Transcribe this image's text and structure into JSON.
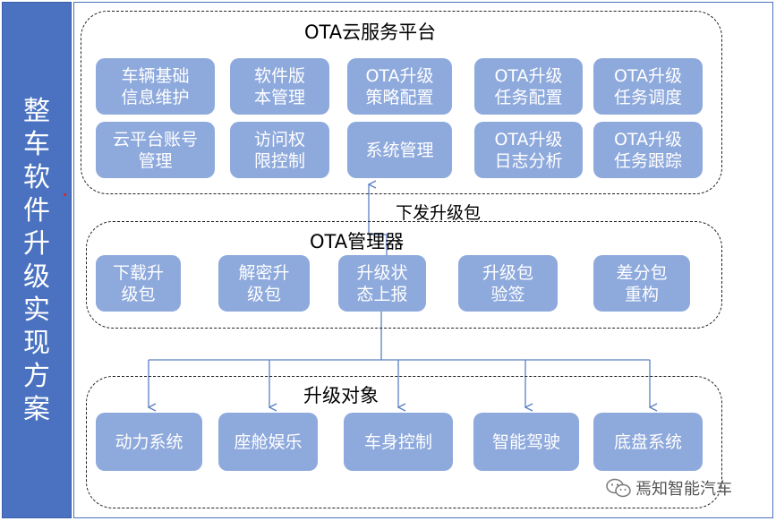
{
  "sidebar": {
    "chars": [
      "整",
      "车",
      "软",
      "件",
      "升",
      "级",
      "实",
      "现",
      "方",
      "案"
    ]
  },
  "cloud": {
    "title": "OTA云服务平台",
    "boxes": [
      [
        "车辆基础",
        "信息维护"
      ],
      [
        "软件版",
        "本管理"
      ],
      [
        "OTA升级",
        "策略配置"
      ],
      [
        "OTA升级",
        "任务配置"
      ],
      [
        "OTA升级",
        "任务调度"
      ],
      [
        "云平台账号",
        "管理"
      ],
      [
        "访问权",
        "限控制"
      ],
      [
        "系统管理"
      ],
      [
        "OTA升级",
        "日志分析"
      ],
      [
        "OTA升级",
        "任务跟踪"
      ]
    ]
  },
  "manager": {
    "title": "OTA管理器",
    "boxes": [
      [
        "下载升",
        "级包"
      ],
      [
        "解密升",
        "级包"
      ],
      [
        "升级状",
        "态上报"
      ],
      [
        "升级包",
        "验签"
      ],
      [
        "差分包",
        "重构"
      ]
    ]
  },
  "targets": {
    "title": "升级对象",
    "boxes": [
      [
        "动力系统"
      ],
      [
        "座舱娱乐"
      ],
      [
        "车身控制"
      ],
      [
        "智能驾驶"
      ],
      [
        "底盘系统"
      ]
    ]
  },
  "arrow_label": "下发升级包",
  "watermark": {
    "text": "焉知智能汽车",
    "icon": "wechat-icon"
  },
  "colors": {
    "sidebar": "#4a72c0",
    "box": "#8ea9dc",
    "line": "#5b7fc4"
  }
}
